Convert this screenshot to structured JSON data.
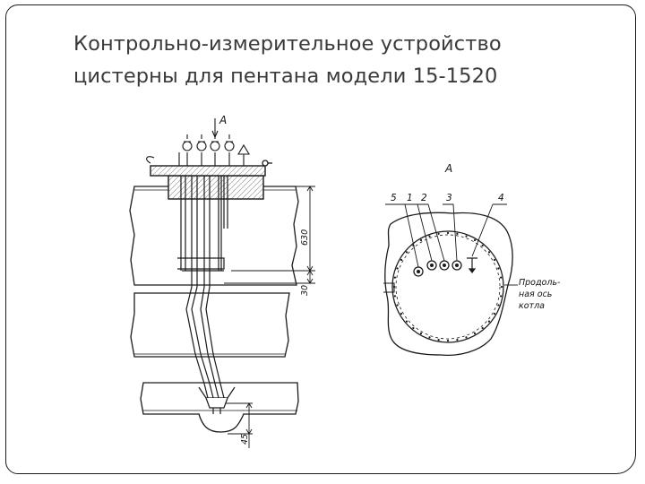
{
  "slide": {
    "title_line1": "Контрольно-измерительное устройство",
    "title_line2": "цистерны для пентана модели 15-1520"
  },
  "left_view": {
    "arrow_label": "А",
    "dim_top": "630",
    "dim_middle": "30",
    "dim_bottom": "45"
  },
  "right_view": {
    "view_label": "А",
    "callouts": [
      "5",
      "1",
      "2",
      "3",
      "4"
    ],
    "axis_note": [
      "Продоль-",
      "ная ось",
      "котла"
    ]
  }
}
